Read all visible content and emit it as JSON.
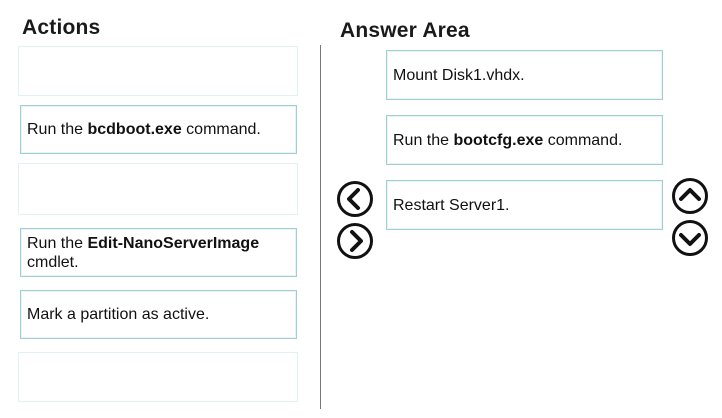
{
  "actions": {
    "title": "Actions",
    "items": [
      {
        "pre": "",
        "bold": "",
        "post": ""
      },
      {
        "pre": "Run the ",
        "bold": "bcdboot.exe",
        "post": " command."
      },
      {
        "pre": "",
        "bold": "",
        "post": ""
      },
      {
        "pre": "Run the ",
        "bold": "Edit-NanoServerImage",
        "post": " cmdlet."
      },
      {
        "pre": "Mark a partition as active.",
        "bold": "",
        "post": ""
      },
      {
        "pre": "",
        "bold": "",
        "post": ""
      }
    ]
  },
  "answer": {
    "title": "Answer Area",
    "items": [
      {
        "pre": "Mount Disk1.vhdx.",
        "bold": "",
        "post": ""
      },
      {
        "pre": "Run the ",
        "bold": "bootcfg.exe",
        "post": " command."
      },
      {
        "pre": "Restart Server1.",
        "bold": "",
        "post": ""
      }
    ]
  },
  "icons": {
    "move_left": "chevron-left-circle",
    "move_right": "chevron-right-circle",
    "move_up": "chevron-up-circle",
    "move_down": "chevron-down-circle"
  }
}
